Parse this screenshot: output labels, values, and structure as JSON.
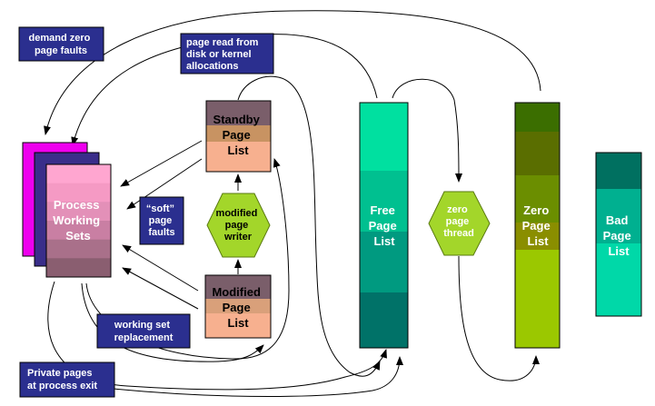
{
  "labels": {
    "demand_zero": [
      "demand zero",
      "page faults"
    ],
    "page_read": [
      "page read from",
      "disk or kernel",
      "allocations"
    ],
    "soft_faults": [
      "“soft”",
      "page",
      "faults"
    ],
    "working_set_replacement": [
      "working set",
      "replacement"
    ],
    "private_pages": [
      "Private pages",
      "at process exit"
    ]
  },
  "lists": {
    "process_working_sets": [
      "Process",
      "Working",
      "Sets"
    ],
    "standby": [
      "Standby",
      "Page",
      "List"
    ],
    "modified": [
      "Modified",
      "Page",
      "List"
    ],
    "free": [
      "Free",
      "Page",
      "List"
    ],
    "zero": [
      "Zero",
      "Page",
      "List"
    ],
    "bad": [
      "Bad",
      "Page",
      "List"
    ]
  },
  "threads": {
    "modified_page_writer": [
      "modified",
      "page",
      "writer"
    ],
    "zero_page_thread": [
      "zero",
      "page",
      "thread"
    ]
  },
  "colors": {
    "note_bg": "#2b2f8f",
    "note_text": "#ffffff",
    "hex_fill": "#a3d62a",
    "hex_border": "#5a7a10",
    "arrow": "#000000",
    "working_sets_back1": "#ee00ee",
    "working_sets_back2": "#3a2e8a",
    "working_sets_front": [
      "#ffa6d0",
      "#f59ac4",
      "#e390b8",
      "#c97fa3",
      "#a9708a",
      "#8a5e70"
    ],
    "standby": [
      "#7a5e6a",
      "#c89362",
      "#f7b08f"
    ],
    "modified": [
      "#7a5e6a",
      "#d9a07a",
      "#f7b08f"
    ],
    "free": [
      "#00e0a0",
      "#00c090",
      "#009a80",
      "#007268"
    ],
    "zero": [
      "#3b6e00",
      "#5a6e00",
      "#6b8e00",
      "#9bc800"
    ],
    "bad": [
      "#007060",
      "#00b090",
      "#00d8a8"
    ]
  }
}
